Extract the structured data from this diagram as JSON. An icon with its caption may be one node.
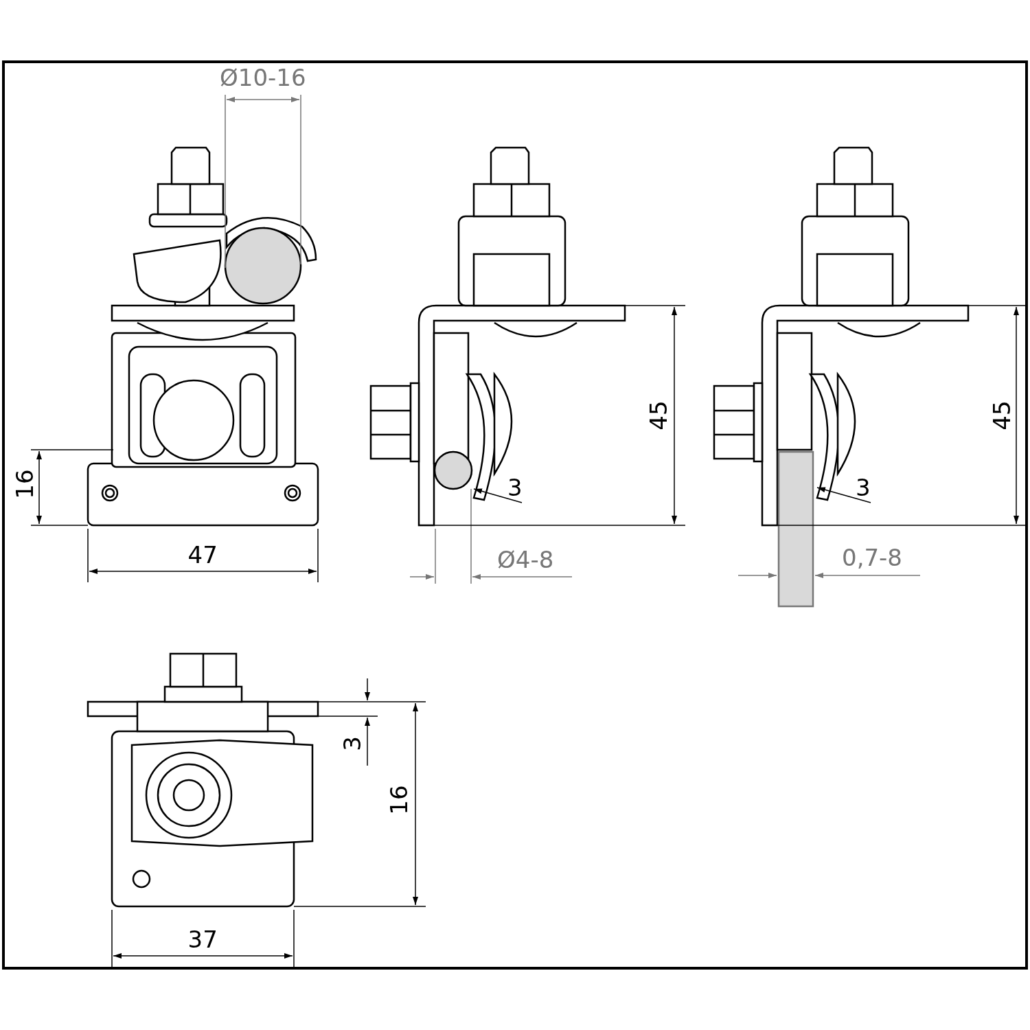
{
  "diagram": {
    "labels": [
      "Ø10-16",
      "45",
      "45",
      "16",
      "3",
      "3",
      "47",
      "Ø4-8",
      "0,7-8",
      "3",
      "16",
      "37"
    ]
  }
}
